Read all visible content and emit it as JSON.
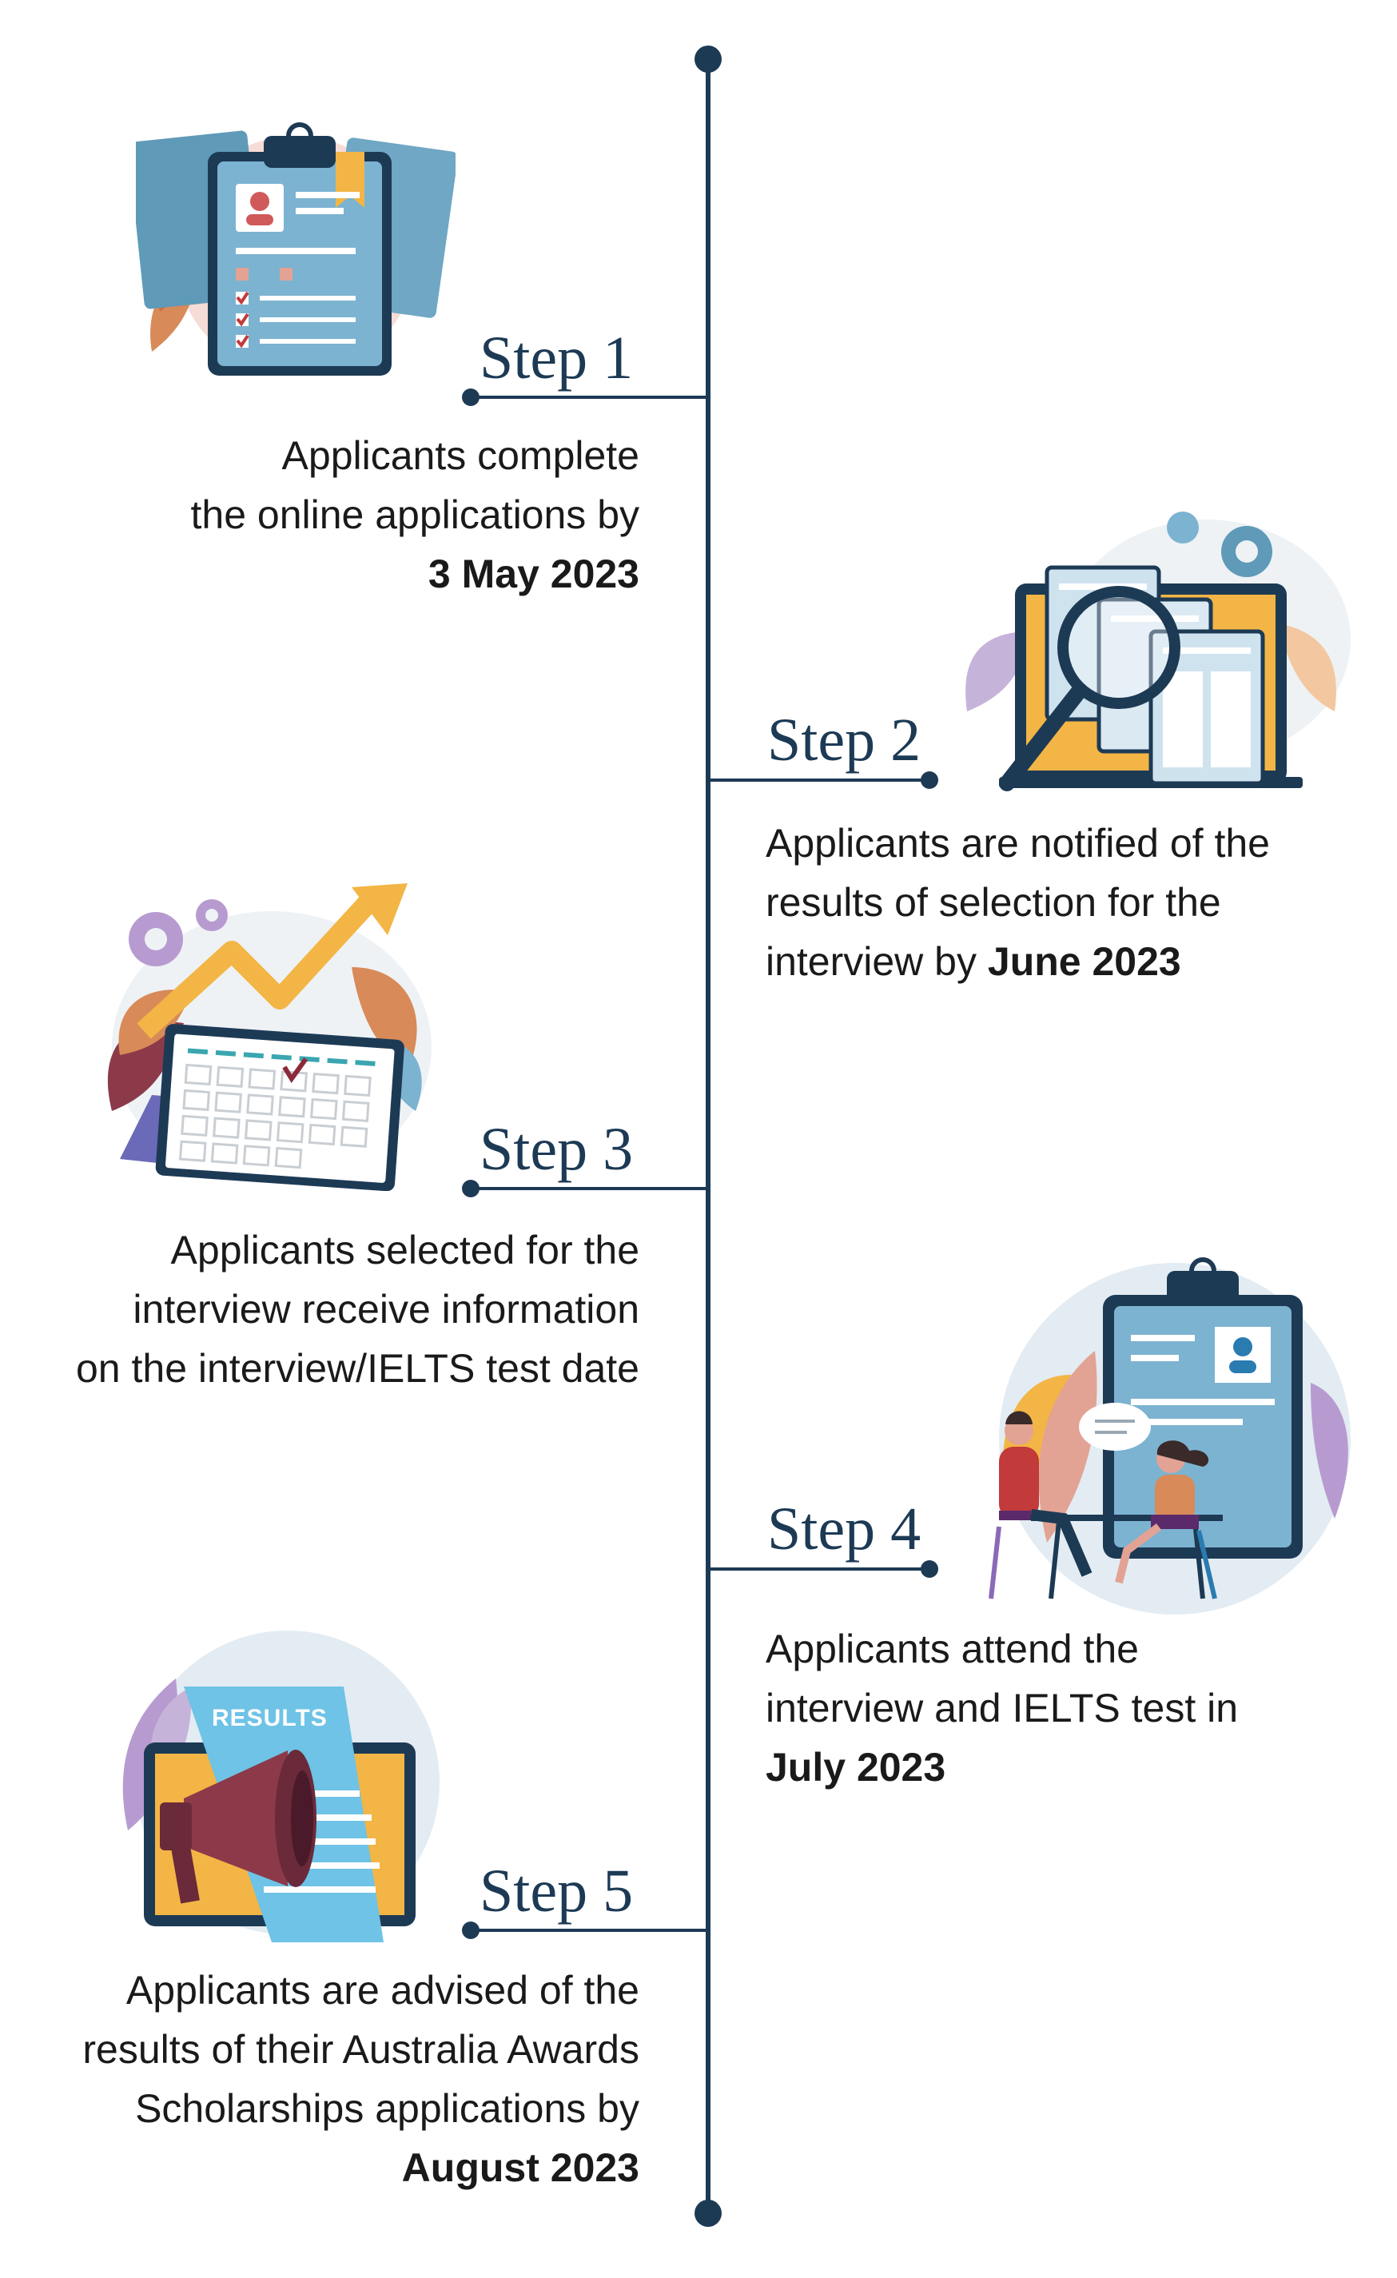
{
  "colors": {
    "timeline": "#1d3a55",
    "text": "#1a1a1a",
    "accent_blue": "#5f9ab8",
    "accent_orange": "#f3b545",
    "accent_maroon": "#7a2a3a"
  },
  "steps": [
    {
      "heading": "Step 1",
      "lines": [
        "Applicants complete",
        "the online applications by"
      ],
      "highlight": "3 May 2023",
      "illustration": "clipboard-application-icon"
    },
    {
      "heading": "Step 2",
      "lines": [
        "Applicants are notified of the",
        "results of selection for the",
        "interview by "
      ],
      "highlight": "June 2023",
      "illustration": "magnifier-search-icon"
    },
    {
      "heading": "Step 3",
      "lines": [
        "Applicants selected for the",
        "interview receive information",
        "on the interview/IELTS test date"
      ],
      "highlight": "",
      "illustration": "calendar-growth-icon"
    },
    {
      "heading": "Step 4",
      "lines": [
        "Applicants attend the",
        "interview and IELTS test in"
      ],
      "highlight": "July 2023",
      "illustration": "interview-meeting-icon"
    },
    {
      "heading": "Step 5",
      "lines": [
        "Applicants are advised of the",
        "results of their Australia Awards",
        "Scholarships applications by"
      ],
      "highlight": "August 2023",
      "illustration": "megaphone-results-icon",
      "badge": "RESULTS"
    }
  ]
}
